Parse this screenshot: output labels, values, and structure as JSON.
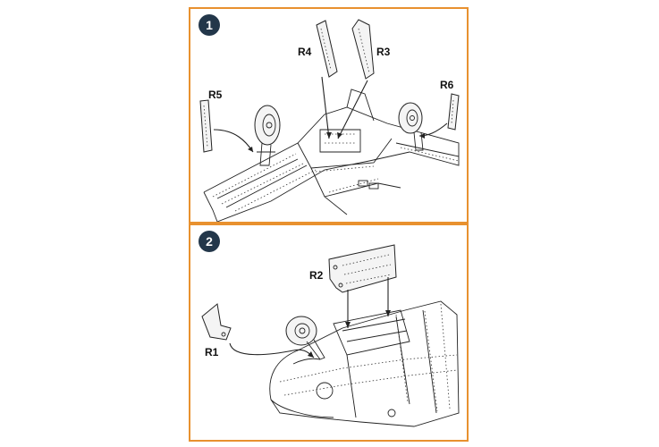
{
  "steps": [
    {
      "number": "1",
      "callouts": {
        "r4": "R4",
        "r3": "R3",
        "r5": "R5",
        "r6": "R6"
      }
    },
    {
      "number": "2",
      "callouts": {
        "r2": "R2",
        "r1": "R1"
      }
    }
  ],
  "colors": {
    "frame": "#e8912f",
    "badge": "#23374a"
  }
}
